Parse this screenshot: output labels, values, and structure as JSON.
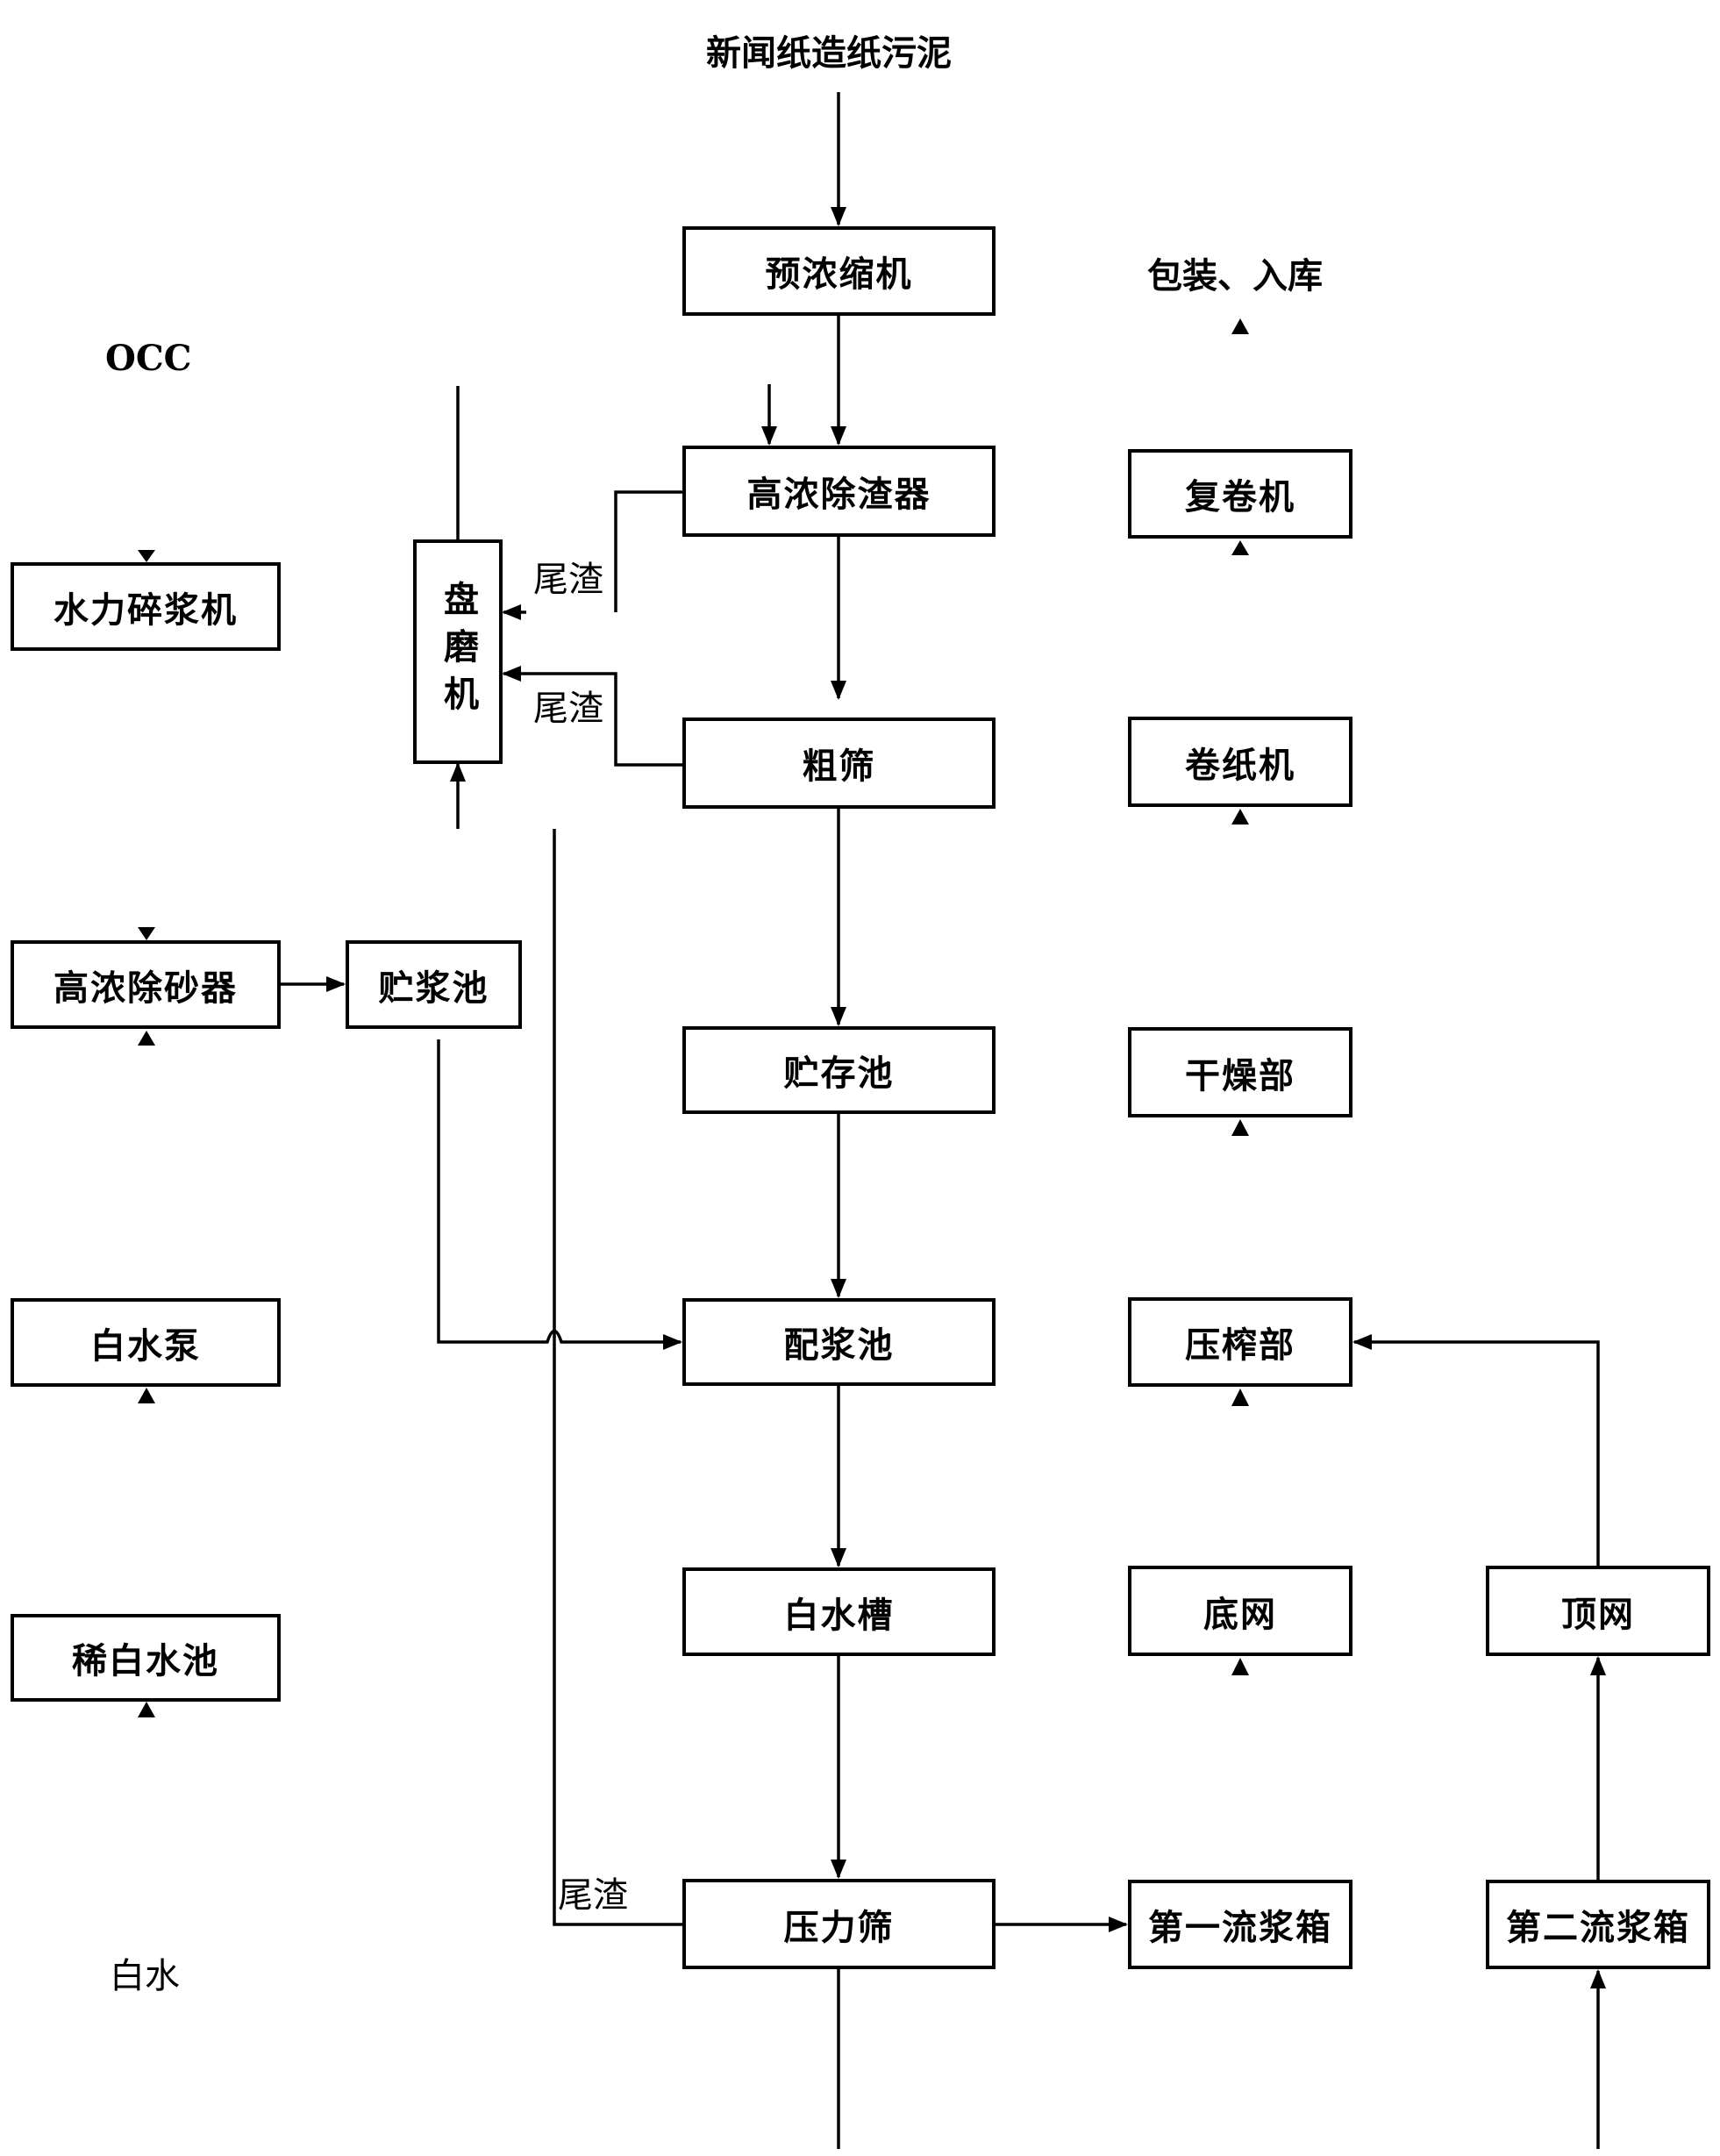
{
  "title": "新闻纸造纸污泥",
  "labels": {
    "occ": "OCC",
    "packaging": "包装、入库",
    "white_water": "白水",
    "tailings_1": "尾渣",
    "tailings_2": "尾渣",
    "tailings_3": "尾渣"
  },
  "nodes": {
    "pre_thickener": "预浓缩机",
    "hc_cleaner": "高浓除渣器",
    "coarse_screen": "粗筛",
    "storage_tank": "贮存池",
    "blending_tank": "配浆池",
    "white_water_trough": "白水槽",
    "pressure_screen": "压力筛",
    "disc_refiner": "盘磨机",
    "pulper": "水力碎浆机",
    "hc_desander": "高浓除砂器",
    "pulp_storage": "贮浆池",
    "white_water_pump": "白水泵",
    "dilute_white_water_tank": "稀白水池",
    "rewinder": "复卷机",
    "reel": "卷纸机",
    "dryer_section": "干燥部",
    "press_section": "压榨部",
    "bottom_wire": "底网",
    "top_wire": "顶网",
    "headbox_1": "第一流浆箱",
    "headbox_2": "第二流浆箱"
  },
  "colors": {
    "line": "#000000",
    "background": "#ffffff"
  }
}
